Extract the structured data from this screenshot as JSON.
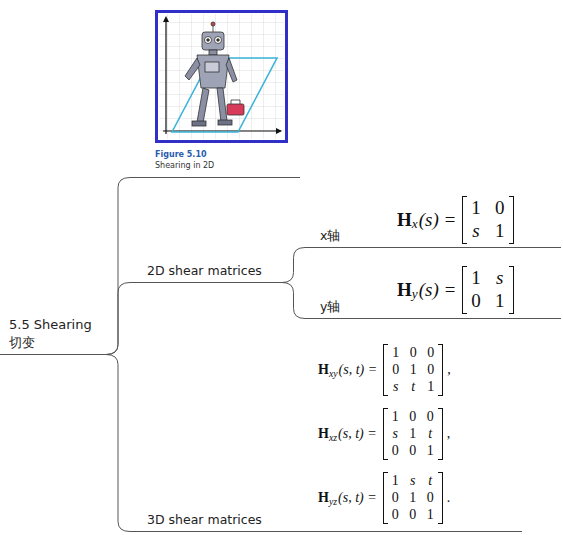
{
  "diagram": {
    "nodes": [
      {
        "text": [
          "5.5 Shearing",
          "切变"
        ]
      },
      {
        "text": [
          "Figure 5.10",
          "Shearing in 2D"
        ]
      },
      {
        "text": [
          "2D shear matrices"
        ]
      },
      {
        "text": [
          "x轴",
          "H",
          "x",
          "(s) =",
          "1",
          "0",
          "s",
          "1"
        ]
      },
      {
        "text": [
          "y轴",
          "H",
          "y",
          "(s) =",
          "1",
          "s",
          "0",
          "1"
        ]
      },
      {
        "text": [
          "3D shear matrices",
          "H",
          "xy",
          "(s, t) =",
          "1",
          "0",
          "0",
          "0",
          "1",
          "0",
          "s",
          "t",
          "1",
          ",",
          "H",
          "xz",
          "(s, t) =",
          "1",
          "0",
          "0",
          "s",
          "1",
          "t",
          "0",
          "0",
          "1",
          ",",
          "H",
          "yz",
          "(s, t) =",
          "1",
          "s",
          "t",
          "0",
          "1",
          "0",
          "0",
          "0",
          "1",
          "."
        ]
      }
    ],
    "edges": [
      {
        "from": 0,
        "to": 1,
        "arrow": "none"
      },
      {
        "from": 0,
        "to": 2,
        "arrow": "none"
      },
      {
        "from": 0,
        "to": 5,
        "arrow": "none"
      },
      {
        "from": 2,
        "to": 3,
        "arrow": "none"
      },
      {
        "from": 2,
        "to": 4,
        "arrow": "none"
      }
    ]
  }
}
